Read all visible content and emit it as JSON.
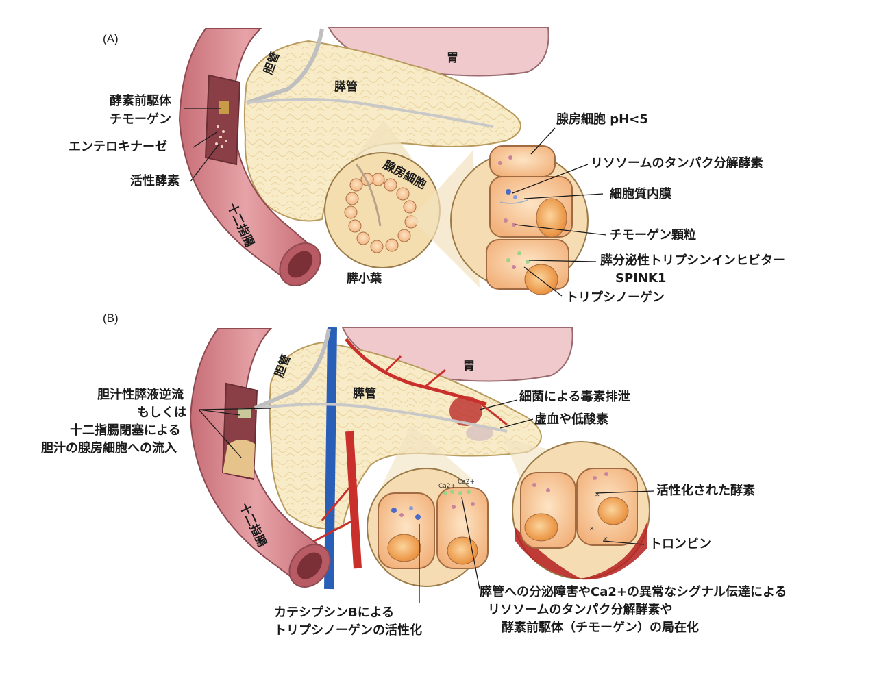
{
  "panel_a": {
    "tag": "(A)",
    "organs": {
      "stomach": "胃",
      "bile_duct": "胆管",
      "pancreatic_duct": "膵管",
      "duodenum": "十二指腸",
      "acinar_cell": "腺房細胞",
      "lobule": "膵小葉"
    },
    "labels": {
      "zymogen_line1": "酵素前駆体",
      "zymogen_line2": "チモーゲン",
      "enterokinase": "エンテロキナーゼ",
      "active_enzyme": "活性酵素",
      "acinar_ph": "腺房細胞 pH<5",
      "lysosomal_protease": "リソソームのタンパク分解酵素",
      "er": "細胞質内膜",
      "zymogen_granule": "チモーゲン顆粒",
      "spink1_line1": "膵分泌性トリプシンインヒビター",
      "spink1_line2": "SPINK1",
      "trypsinogen": "トリプシノーゲン"
    }
  },
  "panel_b": {
    "tag": "(B)",
    "organs": {
      "stomach": "胃",
      "bile_duct": "胆管",
      "pancreatic_duct": "膵管",
      "duodenum": "十二指腸",
      "ca_label": "Ca2+"
    },
    "labels": {
      "reflux_line1": "胆汁性膵液逆流",
      "reflux_line2": "もしくは",
      "reflux_line3": "十二指腸閉塞による",
      "reflux_line4": "胆汁の腺房細胞への流入",
      "bacterial_toxin": "細菌による毒素排泄",
      "ischemia": "虚血や低酸素",
      "activated_enzyme": "活性化された酵素",
      "thrombin": "トロンビン",
      "cathepsin_line1": "カテシプシンBによる",
      "cathepsin_line2": "トリプシノーゲンの活性化",
      "secretion_line1": "膵管への分泌障害やCa2+の異常なシグナル伝達による",
      "secretion_line2": "リソソームのタンパク分解酵素や",
      "secretion_line3": "酵素前駆体（チモーゲン）の局在化"
    }
  },
  "colors": {
    "duodenum": "#d98a8f",
    "pancreas": "#f7e7bf",
    "stomach": "#f0c9cc",
    "cell": "#f5c79a",
    "nucleus": "#f0a35a",
    "artery": "#c9302c",
    "vein": "#2a5fb8",
    "necrosis": "#b51f1f"
  }
}
